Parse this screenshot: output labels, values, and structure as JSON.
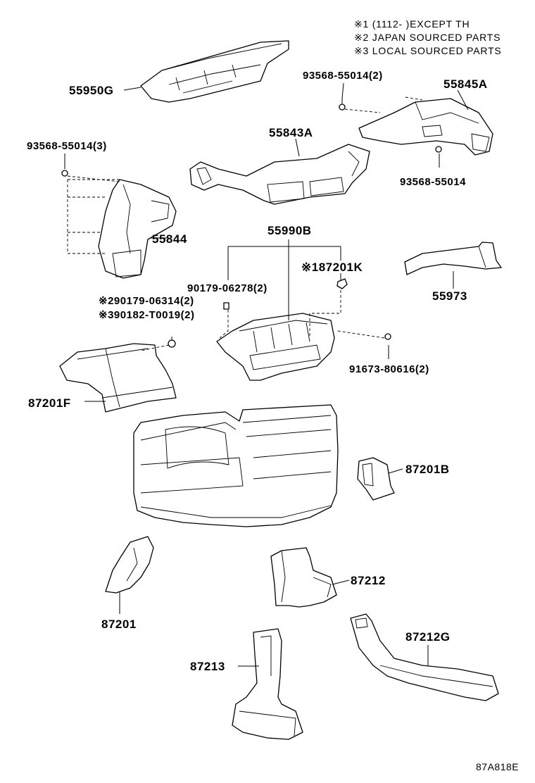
{
  "notes": [
    "※1 (1112-      )EXCEPT TH",
    "※2 JAPAN SOURCED PARTS",
    "※3 LOCAL SOURCED PARTS"
  ],
  "labels": {
    "p55950G": "55950G",
    "p93568_55014_2": "93568-55014(2)",
    "p55845A": "55845A",
    "p93568_55014_3": "93568-55014(3)",
    "p55843A": "55843A",
    "p93568_55014": "93568-55014",
    "p55844": "55844",
    "p55990B": "55990B",
    "p87201K": "※187201K",
    "p55973": "55973",
    "p90179_06278": "90179-06278(2)",
    "p90179_06314": "※290179-06314(2)",
    "p90182_T0019": "※390182-T0019(2)",
    "p91673_80616": "91673-80616(2)",
    "p87201F": "87201F",
    "p87201B": "87201B",
    "p87212": "87212",
    "p87201": "87201",
    "p87212G": "87212G",
    "p87213": "87213"
  },
  "diagram_code": "87A818E"
}
